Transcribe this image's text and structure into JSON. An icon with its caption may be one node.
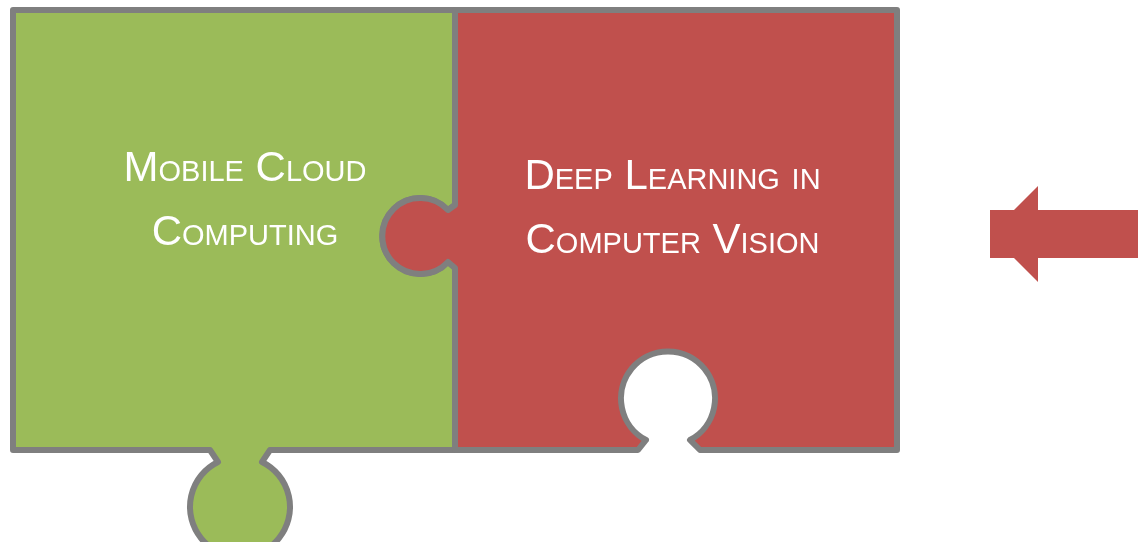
{
  "diagram": {
    "nodes": [
      {
        "text": [
          "Mobile Cloud Computing"
        ]
      },
      {
        "text": [
          "Deep Learning in Computer Vision"
        ]
      }
    ],
    "edges": [
      {
        "from": null,
        "to": 1,
        "arrow": "to"
      }
    ]
  }
}
